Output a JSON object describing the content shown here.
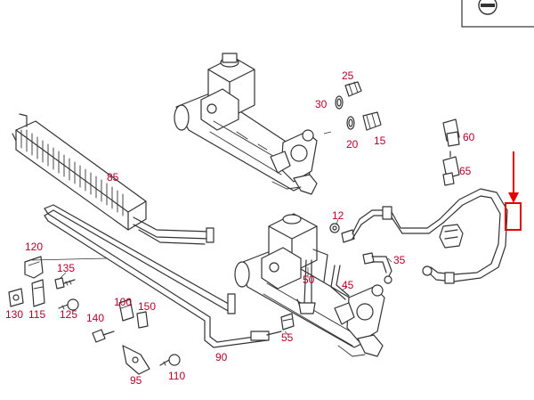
{
  "colors": {
    "label": "#b8002a",
    "highlight": "#e00000",
    "line": "#333333",
    "background": "#ffffff"
  },
  "icons": {
    "corner_badge": "lock-symbol-icon",
    "marker_arrow": "red-down-arrow-icon",
    "highlight_box": "red-highlight-box"
  },
  "labels": {
    "p12": "12",
    "p15": "15",
    "p20": "20",
    "p25": "25",
    "p30": "30",
    "p35": "35",
    "p45": "45",
    "p50": "50",
    "p55": "55",
    "p60": "60",
    "p65": "65",
    "p85": "85",
    "p90": "90",
    "p95": "95",
    "p100": "100",
    "p110": "110",
    "p115": "115",
    "p120": "120",
    "p125": "125",
    "p130": "130",
    "p135": "135",
    "p140": "140",
    "p150": "150"
  }
}
